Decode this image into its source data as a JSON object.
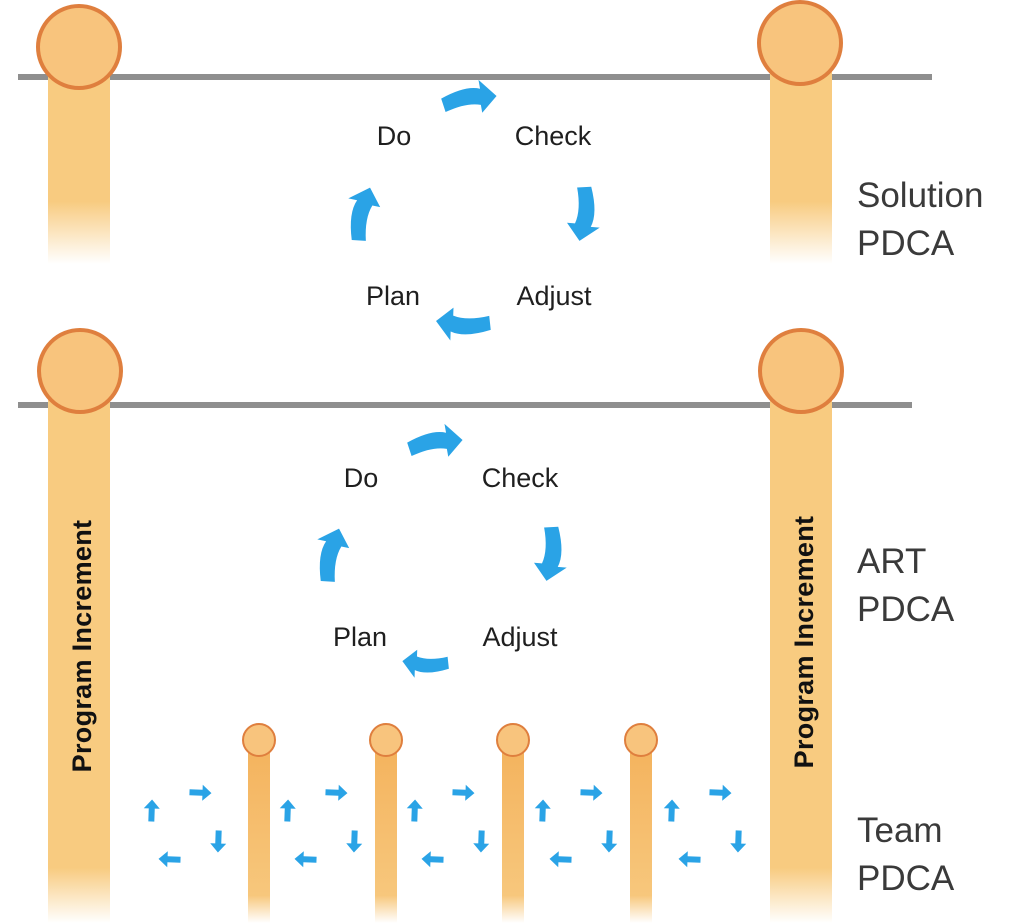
{
  "colors": {
    "pillar": "#f8cb80",
    "pillar_edge": "#f2a850",
    "cap_fill": "#f8c47d",
    "cap_stroke": "#df7f3e",
    "timeline": "#8f8f8f",
    "arrow": "#2aa3e6",
    "text": "#1f1f1f"
  },
  "solution_cycle": {
    "do": "Do",
    "check": "Check",
    "adjust": "Adjust",
    "plan": "Plan"
  },
  "solution_label": {
    "line1": "Solution",
    "line2": "PDCA"
  },
  "art_cycle": {
    "do": "Do",
    "check": "Check",
    "adjust": "Adjust",
    "plan": "Plan"
  },
  "art_label": {
    "line1": "ART",
    "line2": "PDCA"
  },
  "team_label": {
    "line1": "Team",
    "line2": "PDCA"
  },
  "program_increment": {
    "left": "Program Increment",
    "right": "Program Increment"
  },
  "team_cycles_count": 5,
  "iteration_pillars_count": 4,
  "icons": {
    "cycle_arrow": "curved-arrow-icon",
    "team_cycle": "circular-arrows-icon"
  }
}
